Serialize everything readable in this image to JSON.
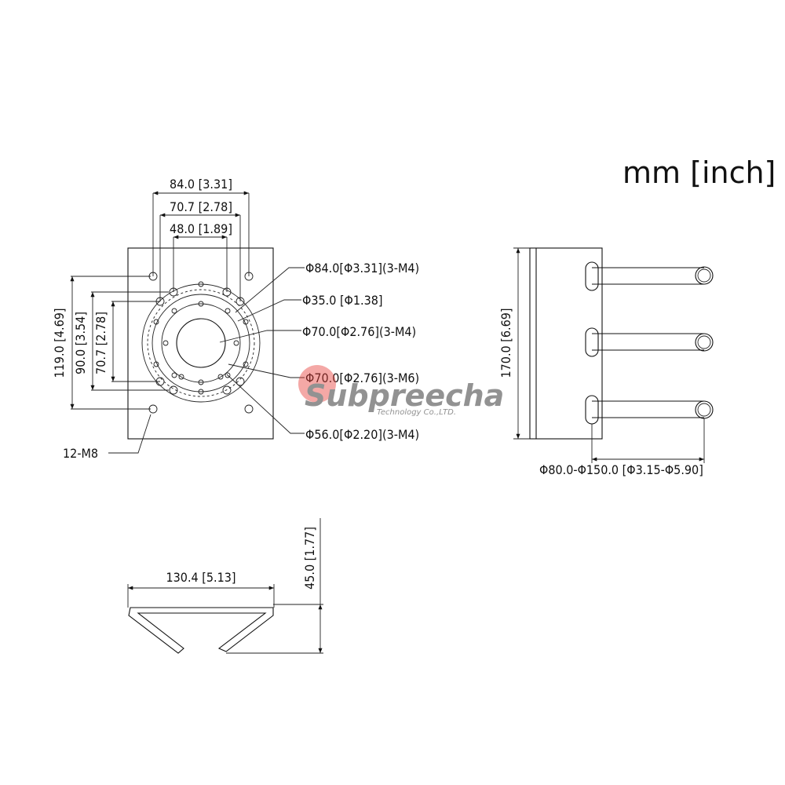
{
  "units_label": "mm [inch]",
  "front_view": {
    "dim_top_1": "84.0 [3.31]",
    "dim_top_2": "70.7 [2.78]",
    "dim_top_3": "48.0 [1.89]",
    "dim_left_1": "119.0 [4.69]",
    "dim_left_2": "90.0 [3.54]",
    "dim_left_3": "70.7 [2.78]",
    "bolt_label": "12-M8",
    "callouts": [
      "Φ84.0[Φ3.31](3-M4)",
      "Φ35.0 [Φ1.38]",
      "Φ70.0[Φ2.76](3-M4)",
      "Φ70.0[Φ2.76](3-M6)",
      "Φ56.0[Φ2.20](3-M4)"
    ]
  },
  "side_view": {
    "height_label": "170.0 [6.69]",
    "pole_range_label": "Φ80.0-Φ150.0 [Φ3.15-Φ5.90]"
  },
  "bottom_view": {
    "width_label": "130.4 [5.13]",
    "height_label": "45.0 [1.77]"
  },
  "watermark": {
    "brand": "Subpreecha",
    "subtitle": "Technology Co.,LTD.",
    "colors": {
      "accent_red": "#e8403a",
      "dark": "#6e6e6e"
    }
  }
}
